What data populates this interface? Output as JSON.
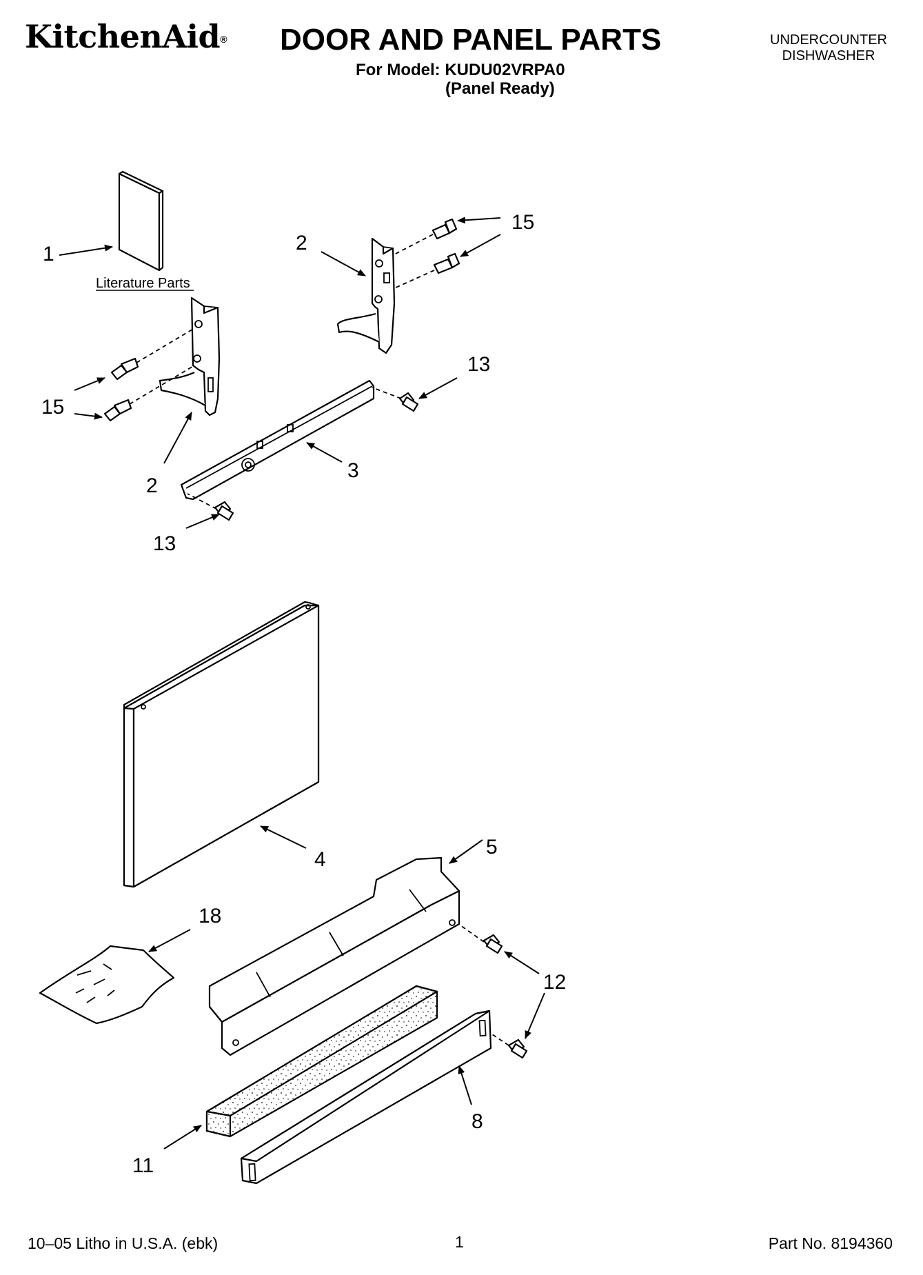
{
  "header": {
    "brand": "KitchenAid",
    "brand_mark": "®",
    "title": "DOOR AND PANEL PARTS",
    "model_line": "For Model: KUDU02VRPA0",
    "model_note": "(Panel Ready)",
    "category_line1": "UNDERCOUNTER",
    "category_line2": "DISHWASHER"
  },
  "diagram": {
    "literature_label": "Literature Parts",
    "callouts": {
      "c1": "1",
      "c2_upper": "2",
      "c2_lower": "2",
      "c3": "3",
      "c4": "4",
      "c5": "5",
      "c8": "8",
      "c11": "11",
      "c12": "12",
      "c13_upper": "13",
      "c13_lower": "13",
      "c15_upper": "15",
      "c15_lower": "15",
      "c18": "18"
    }
  },
  "footer": {
    "litho": "10–05 Litho in U.S.A. (ebk)",
    "page": "1",
    "part_no": "Part No. 8194360"
  }
}
